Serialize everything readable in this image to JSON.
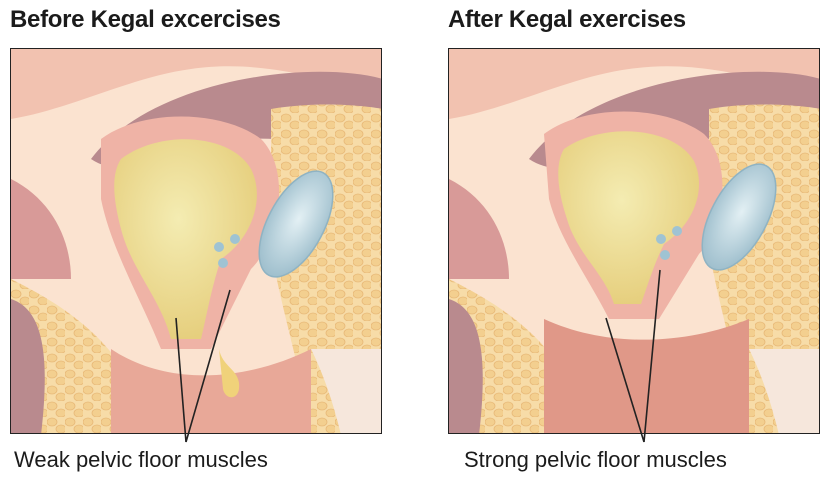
{
  "panels": [
    {
      "heading": "Before Kegal excercises",
      "caption": "Weak pelvic floor muscles",
      "state": "weak"
    },
    {
      "heading": "After Kegal exercises",
      "caption": "Strong pelvic floor muscles",
      "state": "strong"
    }
  ],
  "colors": {
    "skin": "#fbe3d0",
    "muscle_pink": "#efb3a6",
    "fat_yellow": "#f4d49c",
    "bladder_yellow": "#f1e6a0",
    "uterus_mauve": "#b98a8e",
    "vessel_blue": "#b9d4df",
    "line": "#222222"
  }
}
